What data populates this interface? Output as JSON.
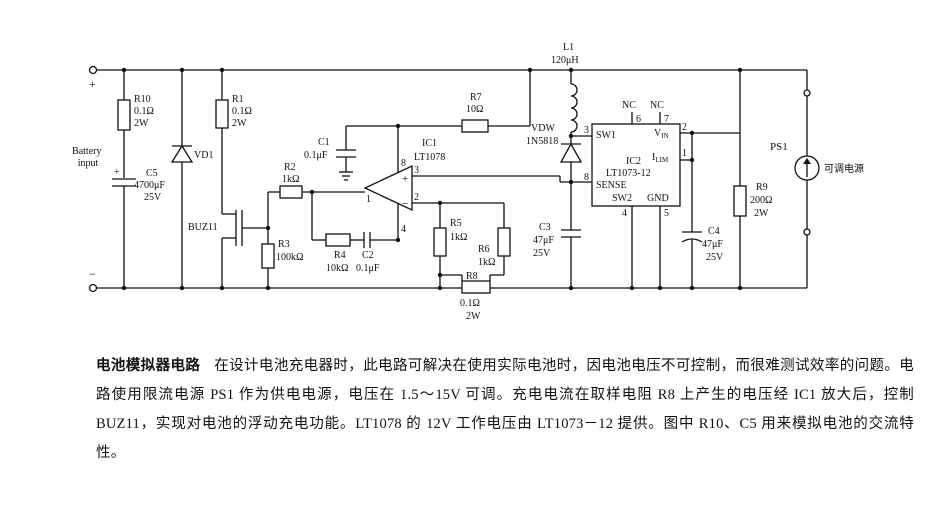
{
  "schematic": {
    "terminals": {
      "plus": "+",
      "minus": "−"
    },
    "battery_input": [
      "Battery",
      "input"
    ],
    "components": {
      "R10": [
        "R10",
        "0.1Ω",
        "2W"
      ],
      "VD1": "VD1",
      "C5": [
        "C5",
        "4700μF",
        "25V"
      ],
      "C5_polarity": "+",
      "R1": [
        "R1",
        "0.1Ω",
        "2W"
      ],
      "R2": [
        "R2",
        "1kΩ"
      ],
      "R3": [
        "R3",
        "100kΩ"
      ],
      "BUZ11": "BUZ11",
      "C1": [
        "C1",
        "0.1μF"
      ],
      "IC1": [
        "IC1",
        "LT1078"
      ],
      "IC1_pins": {
        "p8": "8",
        "p1": "1",
        "p4": "4",
        "p3": "3",
        "p2": "2",
        "plus": "+",
        "minus": "−"
      },
      "R4": [
        "R4",
        "10kΩ"
      ],
      "C2": [
        "C2",
        "0.1μF"
      ],
      "R5": [
        "R5",
        "1kΩ"
      ],
      "R6": [
        "R6",
        "1kΩ"
      ],
      "R7": [
        "R7",
        "10Ω"
      ],
      "R8": [
        "R8",
        "0.1Ω",
        "2W"
      ],
      "L1": [
        "L1",
        "120μH"
      ],
      "VDW": [
        "VDW",
        "1N5818"
      ],
      "C3": [
        "C3",
        "47μF",
        "25V"
      ],
      "IC2": {
        "name": [
          "IC2",
          "LT1073-12"
        ],
        "pins": {
          "sw1": "SW1",
          "sense": "SENSE",
          "sw2": "SW2",
          "gnd": "GND",
          "vin": "V",
          "vin_sub": "IN",
          "ilim": "I",
          "ilim_sub": "LIM",
          "nc1": "NC",
          "nc2": "NC",
          "n6": "6",
          "n7": "7",
          "n3": "3",
          "n8": "8",
          "n2": "2",
          "n1": "1",
          "n4": "4",
          "n5": "5"
        }
      },
      "C4": [
        "C4",
        "47μF",
        "25V"
      ],
      "R9": [
        "R9",
        "200Ω",
        "2W"
      ],
      "PS1": "PS1",
      "PS1_desc": "可调电源"
    }
  },
  "caption": {
    "title": "电池模拟器电路",
    "body": "在设计电池充电器时，此电路可解决在使用实际电池时，因电池电压不可控制，而很难测试效率的问题。电路使用限流电源 PS1 作为供电电源，电压在 1.5～15V 可调。充电电流在取样电阻 R8 上产生的电压经 IC1 放大后，控制 BUZ11，实现对电池的浮动充电功能。LT1078 的 12V 工作电压由 LT1073－12 提供。图中 R10、C5 用来模拟电池的交流特性。"
  }
}
